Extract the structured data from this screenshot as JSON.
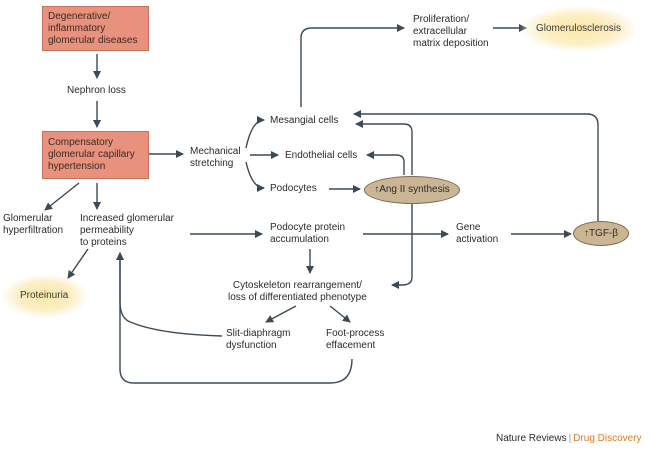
{
  "nodes": {
    "degenerative": "Degenerative/\ninflammatory\nglomerular diseases",
    "nephron_loss": "Nephron loss",
    "compensatory": "Compensatory\nglomerular capillary\nhypertension",
    "mechanical": "Mechanical\nstretching",
    "mesangial": "Mesangial cells",
    "endothelial": "Endothelial cells",
    "podocytes": "Podocytes",
    "ang": "↑Ang II synthesis",
    "proliferation": "Proliferation/\nextracellular\nmatrix deposition",
    "glomerulosclerosis": "Glomerulosclerosis",
    "hyperfiltration": "Glomerular\nhyperfiltration",
    "permeability": "Increased glomerular\npermeability\nto proteins",
    "proteinuria": "Proteinuria",
    "podocyte_protein": "Podocyte protein\naccumulation",
    "gene": "Gene\nactivation",
    "tgf": "↑TGF-β",
    "cytoskeleton": "Cytoskeleton rearrangement/\nloss of differentiated phenotype",
    "slit": "Slit-diaphragm\ndysfunction",
    "foot": "Foot-process\neffacement"
  },
  "credit": {
    "journal": "Nature Reviews",
    "separator": "|",
    "section": "Drug Discovery"
  },
  "colors": {
    "box_fill": "#e8917c",
    "ellipse_fill": "#cbb694",
    "glow": "#fde7a4",
    "arrow": "#3c4a55",
    "accent": "#e07a1e"
  }
}
